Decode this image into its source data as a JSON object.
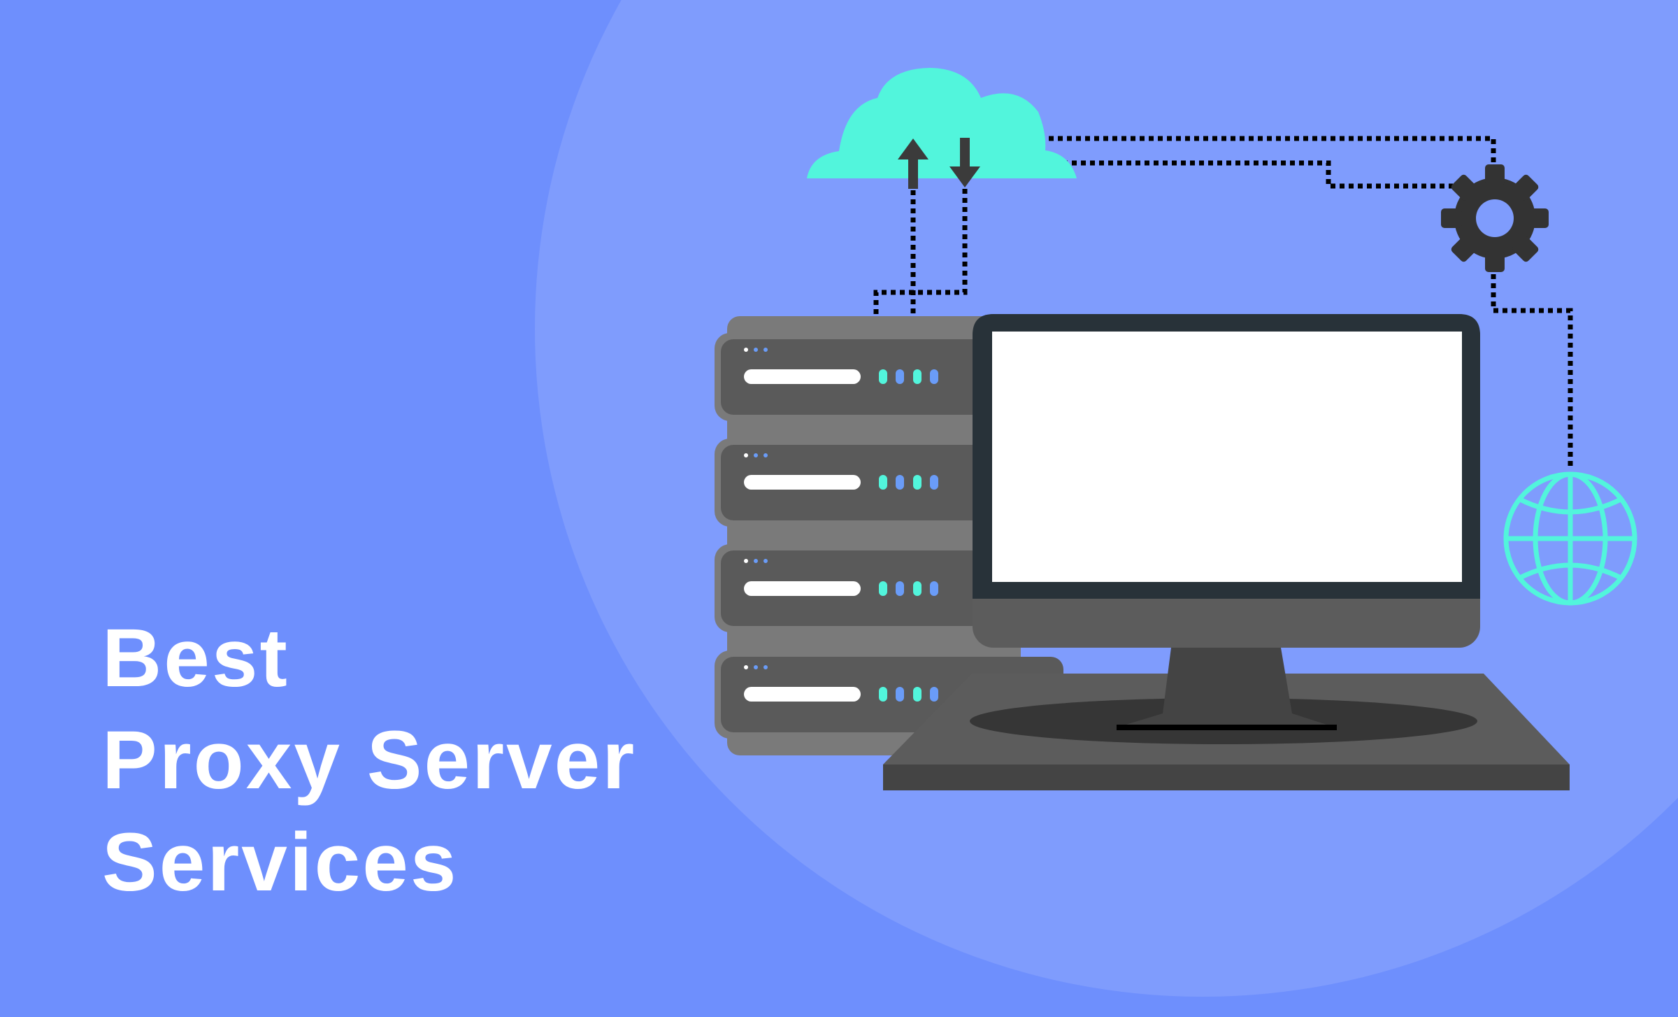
{
  "headline": {
    "lines": [
      "Best",
      "Proxy Server",
      "Services"
    ]
  },
  "illustration": {
    "elements": [
      "cloud-icon",
      "upload-arrow-icon",
      "download-arrow-icon",
      "gear-icon",
      "globe-icon",
      "server-rack",
      "desktop-monitor",
      "desk"
    ],
    "server_units": 4,
    "leds_per_unit": [
      "teal",
      "blue",
      "teal",
      "blue"
    ]
  },
  "colors": {
    "background": "#6e8ffd",
    "circle": "#7f9cfd",
    "accent_teal": "#52f5dc",
    "led_blue": "#6a9cf8",
    "dark": "#363636",
    "bezel": "#283239",
    "screen": "#ffffff",
    "rack_outer": "#7a7a7a",
    "rack_unit": "#5a5a5a"
  }
}
